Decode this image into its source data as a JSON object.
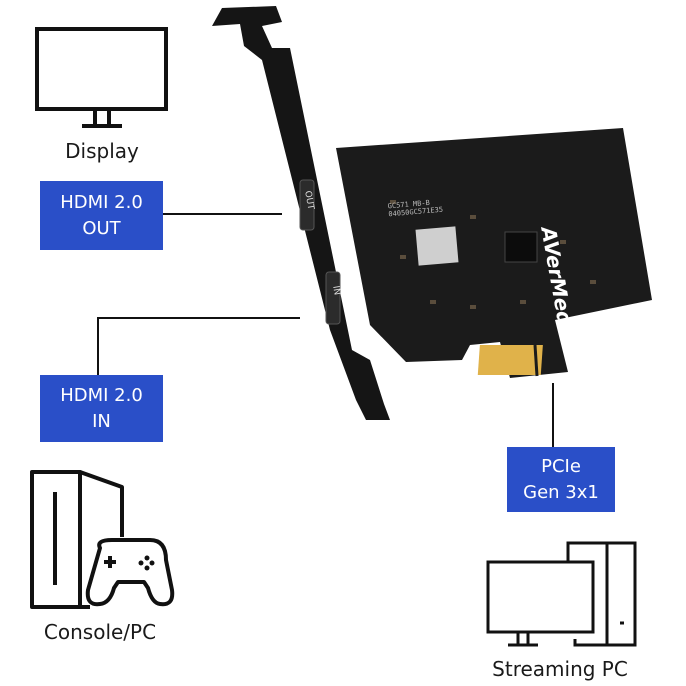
{
  "devices": {
    "display": {
      "label": "Display",
      "icon": "monitor-icon"
    },
    "console": {
      "label": "Console/PC",
      "icon": "console-gamepad-icon"
    },
    "streaming_pc": {
      "label": "Streaming PC",
      "icon": "desktop-pc-icon"
    }
  },
  "ports": {
    "hdmi_out": {
      "line1": "HDMI 2.0",
      "line2": "OUT"
    },
    "hdmi_in": {
      "line1": "HDMI 2.0",
      "line2": "IN"
    },
    "pcie": {
      "line1": "PCIe",
      "line2": "Gen 3x1"
    }
  },
  "card": {
    "brand": "AVerMedia",
    "port_labels": [
      "OUT",
      "IN"
    ],
    "pcb_text": [
      "GC571  MB-B",
      "04050GC571E35"
    ]
  },
  "colors": {
    "accent": "#2a4fc8",
    "card": "#141414",
    "gold": "#e0b24a"
  }
}
